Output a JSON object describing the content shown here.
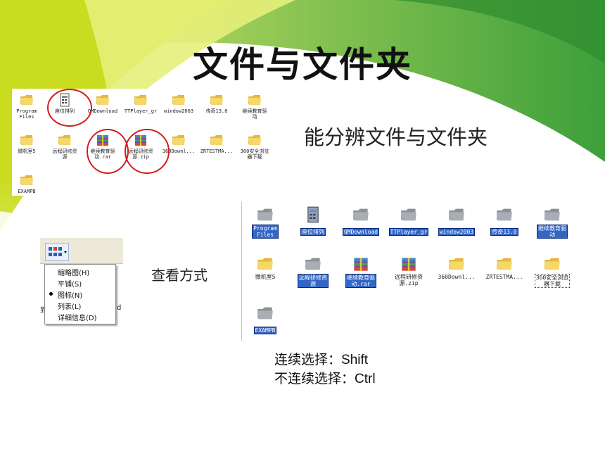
{
  "title": "文件与文件夹",
  "caption_distinguish": "能分辨文件与文件夹",
  "caption_view": "查看方式",
  "selection": {
    "continuous_label": "连续选择：",
    "continuous_key": "Shift",
    "noncontinuous_label": "不连续选择：",
    "noncontinuous_key": "Ctrl"
  },
  "top_panel": {
    "items": [
      {
        "label": "Program\nFiles",
        "icon": "folder-icon"
      },
      {
        "label": "座位排列",
        "icon": "document-icon"
      },
      {
        "label": "QMDownload",
        "icon": "folder-icon"
      },
      {
        "label": "TTPlayer_gr",
        "icon": "folder-icon"
      },
      {
        "label": "window2003",
        "icon": "folder-icon"
      },
      {
        "label": "传奇13.0",
        "icon": "folder-icon"
      },
      {
        "label": "继续教育驱\n动",
        "icon": "folder-icon"
      },
      {
        "label": "微机室5",
        "icon": "folder-icon"
      },
      {
        "label": "远程研修资\n源",
        "icon": "folder-icon"
      },
      {
        "label": "继续教育驱\n动.rar",
        "icon": "archive-icon"
      },
      {
        "label": "远程研修资\n源.zip",
        "icon": "archive-icon"
      },
      {
        "label": "360Downl...",
        "icon": "folder-icon"
      },
      {
        "label": "ZRTESTMA...",
        "icon": "folder-icon"
      },
      {
        "label": "360安全浏览\n器下载",
        "icon": "folder-icon"
      },
      {
        "label": "EXAMPB",
        "icon": "folder-icon"
      }
    ]
  },
  "view_menu": {
    "items": [
      {
        "label": "缩略图(H)"
      },
      {
        "label": "平铺(S)"
      },
      {
        "label": "图标(N)",
        "checked": true
      },
      {
        "label": "列表(L)"
      },
      {
        "label": "详细信息(D)"
      }
    ],
    "partial_left": "到",
    "partial_right": "d"
  },
  "bottom_panel": {
    "items": [
      {
        "label": "Program\nFiles",
        "icon": "folder-icon",
        "selected": true
      },
      {
        "label": "座位排列",
        "icon": "document-icon",
        "selected": true
      },
      {
        "label": "QMDownload",
        "icon": "folder-icon",
        "selected": true
      },
      {
        "label": "TTPlayer_gr",
        "icon": "folder-icon",
        "selected": true
      },
      {
        "label": "window2003",
        "icon": "folder-icon",
        "selected": true
      },
      {
        "label": "传奇13.0",
        "icon": "folder-icon",
        "selected": true
      },
      {
        "label": "继续教育驱\n动",
        "icon": "folder-icon",
        "selected": true
      },
      {
        "label": "微机室5",
        "icon": "folder-icon",
        "selected": false
      },
      {
        "label": "远程研修资\n源",
        "icon": "folder-icon",
        "selected": true
      },
      {
        "label": "继续教育驱\n动.rar",
        "icon": "archive-icon",
        "selected": true
      },
      {
        "label": "远程研修资\n源.zip",
        "icon": "archive-icon",
        "selected": false
      },
      {
        "label": "360Downl...",
        "icon": "folder-icon",
        "selected": false
      },
      {
        "label": "ZRTESTMA...",
        "icon": "folder-icon",
        "selected": false
      },
      {
        "label": "360安全浏览\n器下载",
        "icon": "folder-icon",
        "selected": false,
        "focused": true
      },
      {
        "label": "EXAMPB",
        "icon": "folder-icon",
        "selected": true
      }
    ]
  },
  "colors": {
    "accent_green": "#c6dc1e",
    "selection_blue": "#3166c6",
    "circle_red": "#d31d1d"
  }
}
